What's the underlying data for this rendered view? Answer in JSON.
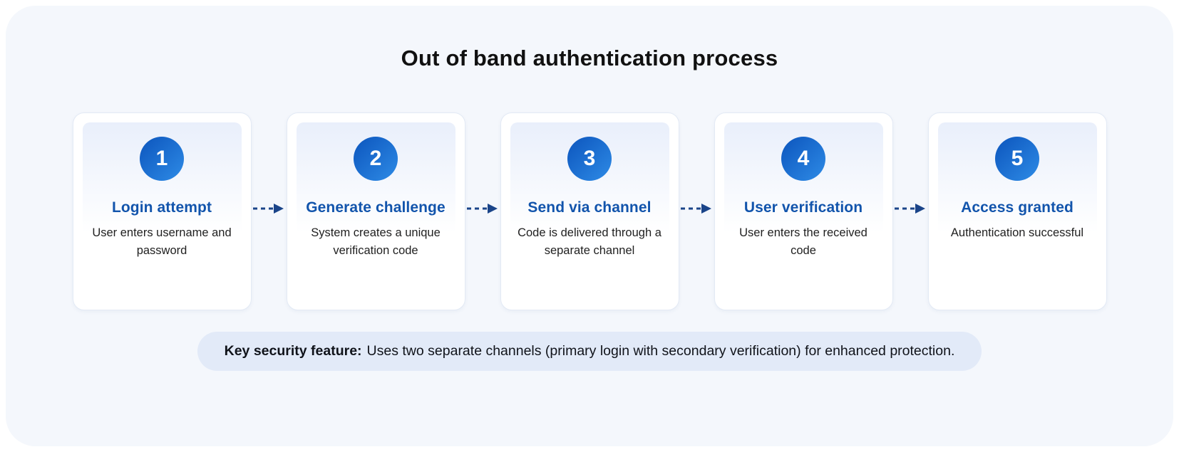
{
  "title": "Out of band authentication process",
  "steps": [
    {
      "number": "1",
      "heading": "Login attempt",
      "description": "User enters username and password"
    },
    {
      "number": "2",
      "heading": "Generate challenge",
      "description": "System creates a unique verification code"
    },
    {
      "number": "3",
      "heading": "Send via channel",
      "description": "Code is delivered through a separate channel"
    },
    {
      "number": "4",
      "heading": "User verification",
      "description": "User enters the received code"
    },
    {
      "number": "5",
      "heading": "Access granted",
      "description": "Authentication successful"
    }
  ],
  "note": {
    "label": "Key security feature:",
    "text": "Uses two separate channels (primary login with secondary verification) for enhanced protection."
  },
  "colors": {
    "panel_bg": "#f4f7fc",
    "card_bg": "#ffffff",
    "card_border": "#e3eaf5",
    "inner_tint": "#e9effb",
    "circle_from": "#0c55bd",
    "circle_to": "#2e8be6",
    "heading_color": "#1254ac",
    "body_color": "#1f1f1f",
    "arrow_color": "#1a4489",
    "pill_bg": "#e2eaf8",
    "title_color": "#111111"
  }
}
